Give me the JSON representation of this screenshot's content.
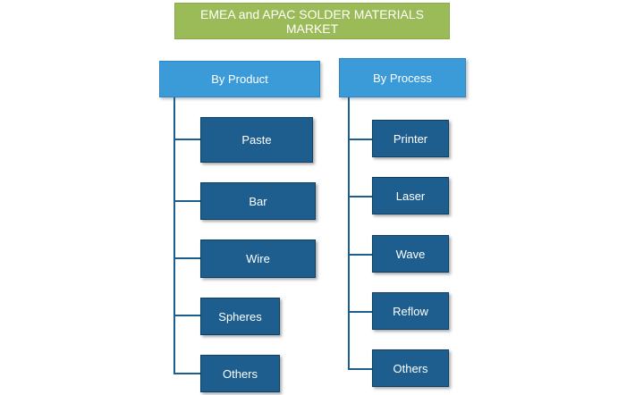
{
  "root": {
    "title": "EMEA and APAC SOLDER MATERIALS MARKET"
  },
  "branches": [
    {
      "label": "By Product",
      "items": [
        "Paste",
        "Bar",
        "Wire",
        "Spheres",
        "Others"
      ]
    },
    {
      "label": "By Process",
      "items": [
        "Printer",
        "Laser",
        "Wave",
        "Reflow",
        "Others"
      ]
    }
  ],
  "colors": {
    "root": "#9bbb59",
    "category": "#3b9ad8",
    "leaf": "#1d5e8e",
    "connector": "#1d5e8e"
  }
}
